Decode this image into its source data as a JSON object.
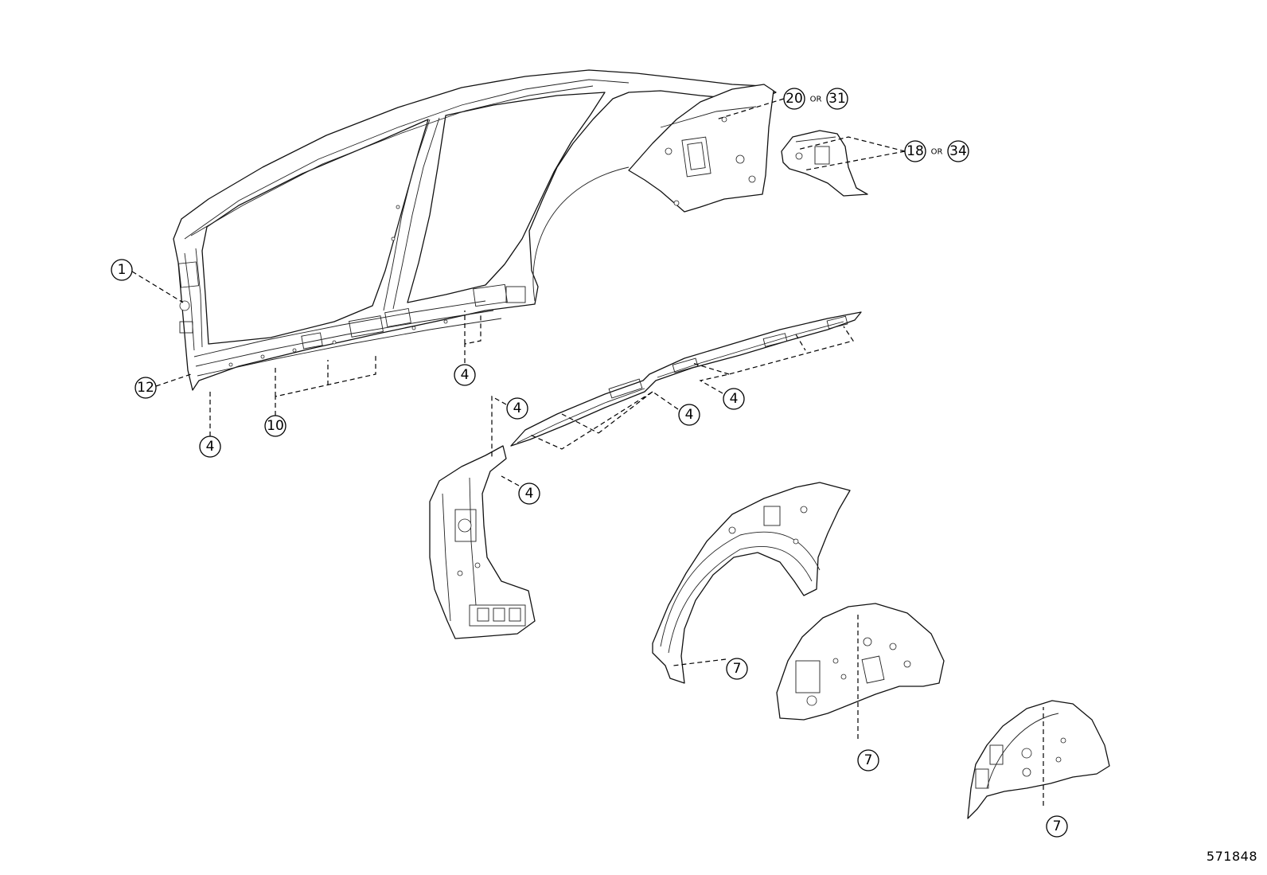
{
  "diagram_number": "571848",
  "or_label": "OR",
  "callouts": {
    "c1": "1",
    "c12": "12",
    "c10": "10",
    "c4a": "4",
    "c4b": "4",
    "c4c": "4",
    "c4d": "4",
    "c4e": "4",
    "c4f": "4",
    "c20": "20",
    "c31": "31",
    "c18": "18",
    "c34": "34",
    "c7a": "7",
    "c7b": "7",
    "c7c": "7"
  }
}
